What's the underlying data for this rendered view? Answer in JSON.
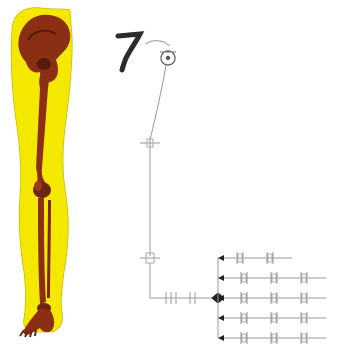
{
  "figure": {
    "marker_text": "7",
    "leg_panel": {
      "shell_color": "#f5e800",
      "bone_color": "#8a2e14",
      "bone_shadow_color": "#5a1a08"
    },
    "tree_panel": {
      "line_color": "#9a9a9a",
      "junction_color": "#222222",
      "rows": 5,
      "segments_per_row": [
        2,
        3,
        3,
        3,
        3
      ]
    }
  }
}
